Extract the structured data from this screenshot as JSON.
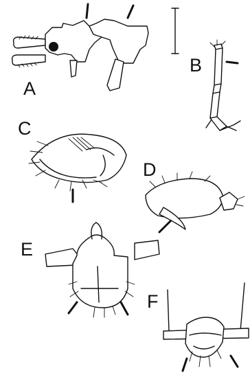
{
  "panels": {
    "A": {
      "label": "A"
    },
    "B": {
      "label": "B"
    },
    "C": {
      "label": "C"
    },
    "D": {
      "label": "D"
    },
    "E": {
      "label": "E"
    },
    "F": {
      "label": "F"
    }
  }
}
